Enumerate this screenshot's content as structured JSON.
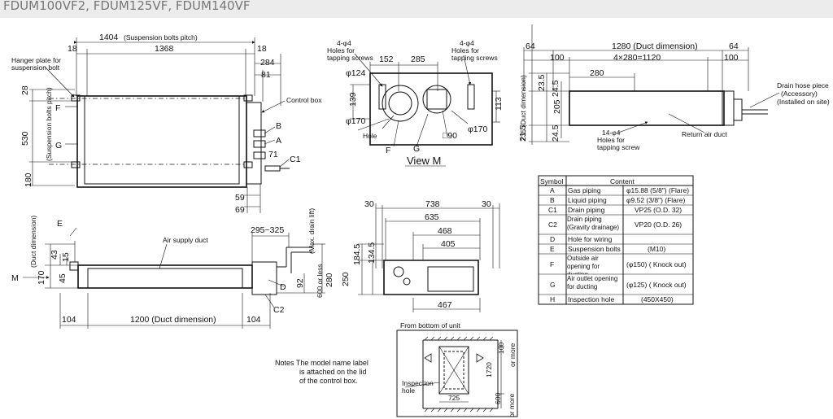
{
  "title": "FDUM100VF2, FDUM125VF, FDUM140VF",
  "top_view": {
    "dim_1404": "1404",
    "dim_1404_note": "(Suspension bolts pitch)",
    "dim_18_left": "18",
    "dim_1368": "1368",
    "dim_18_right": "18",
    "dim_284": "284",
    "dim_81": "81",
    "dim_28": "28",
    "dim_530": "530",
    "dim_530_note": "(Suspension bolts pitch)",
    "dim_180": "180",
    "dim_71": "71",
    "dim_59": "59",
    "dim_69": "69",
    "hanger_label_1": "Hanger plate for",
    "hanger_label_2": "suspension bolt",
    "control_box": "Control box",
    "sym_F": "F",
    "sym_G": "G",
    "sym_B": "B",
    "sym_A": "A",
    "sym_C1": "C1"
  },
  "view_m": {
    "holes_left_1": "4-φ4",
    "holes_left_2": "Holes for",
    "holes_left_3": "tapping screws",
    "holes_right_1": "4-φ4",
    "holes_right_2": "Holes for",
    "holes_right_3": "tapping screws",
    "dim_152": "152",
    "dim_285": "285",
    "dim_124": "φ124",
    "dim_139": "139",
    "dim_170_left": "φ170",
    "dim_113": "113",
    "dim_170_right": "φ170",
    "dim_90": "□90",
    "hole": "Hole",
    "sym_F": "F",
    "sym_G": "G",
    "label": "View M"
  },
  "right_view": {
    "dim_64_left": "64",
    "dim_1280": "1280 (Duct dimension)",
    "dim_64_right": "64",
    "dim_100_left": "100",
    "dim_4x280": "4×280=1120",
    "dim_100_right": "100",
    "dim_280": "280",
    "dim_235": "235 (Duct dimension)",
    "dim_23_5": "23.5",
    "dim_24_5_top": "24.5",
    "dim_205": "205",
    "dim_21_5": "21.5",
    "dim_24_5_bot": "24.5",
    "screws_1": "14-φ4",
    "screws_2": "Holes for",
    "screws_3": "tapping screw",
    "return_duct": "Return air duct",
    "drain_1": "Drain hose piece",
    "drain_2": "(Accessory)",
    "drain_3": "(Installed on site)"
  },
  "front_view": {
    "sym_E": "E",
    "duct_dim": "(Duct dimension)",
    "dim_43": "43",
    "dim_15": "15",
    "dim_170": "170",
    "dim_45": "45",
    "sym_M": "M",
    "air_supply": "Air supply duct",
    "dim_295": "295~325",
    "max_drain": "(Max. drain lift)",
    "dim_600": "600 or less",
    "dim_92": "92",
    "dim_280": "280",
    "dim_250": "250",
    "sym_D": "D",
    "sym_C2": "C2",
    "dim_104_left": "104",
    "dim_1200": "1200 (Duct dimension)",
    "dim_104_right": "104"
  },
  "side_view": {
    "dim_30_left": "30",
    "dim_738": "738",
    "dim_30_right": "30",
    "dim_635": "635",
    "dim_468": "468",
    "dim_405": "405",
    "dim_184_5": "184.5",
    "dim_134_5": "134.5",
    "dim_467": "467"
  },
  "table": {
    "headers": [
      "Symbol",
      "Content"
    ],
    "rows": [
      {
        "sym": "A",
        "name": "Gas piping",
        "value": "φ15.88 (5/8\") (Flare)"
      },
      {
        "sym": "B",
        "name": "Liquid piping",
        "value": "φ9.52 (3/8\") (Flare)"
      },
      {
        "sym": "C1",
        "name": "Drain piping",
        "value": "VP25 (O.D. 32)"
      },
      {
        "sym": "C2",
        "name": "Drain piping (Gravity drainage)",
        "value": "VP20 (O.D. 26)"
      },
      {
        "sym": "D",
        "name": "Hole for wiring",
        "value": ""
      },
      {
        "sym": "E",
        "name": "Suspension bolts",
        "value": "(M10)"
      },
      {
        "sym": "F",
        "name": "Outside air opening for ducting",
        "value": "(φ150) ( Knock out)"
      },
      {
        "sym": "G",
        "name": "Air outlet opening for ducting",
        "value": "(φ125) ( Knock out)"
      },
      {
        "sym": "H",
        "name": "Inspection hole",
        "value": "(450X450)"
      }
    ]
  },
  "bottom_view": {
    "label": "From bottom of unit",
    "dim_100": "100",
    "dim_100_note": "or more",
    "dim_1720": "1720",
    "dim_600": "600",
    "dim_600_note": "or more",
    "dim_725": "725",
    "inspection_1": "Inspection",
    "inspection_2": "hole"
  },
  "notes": {
    "line1": "Notes  The model name label",
    "line2": "is attached on the lid",
    "line3": "of the control box."
  }
}
